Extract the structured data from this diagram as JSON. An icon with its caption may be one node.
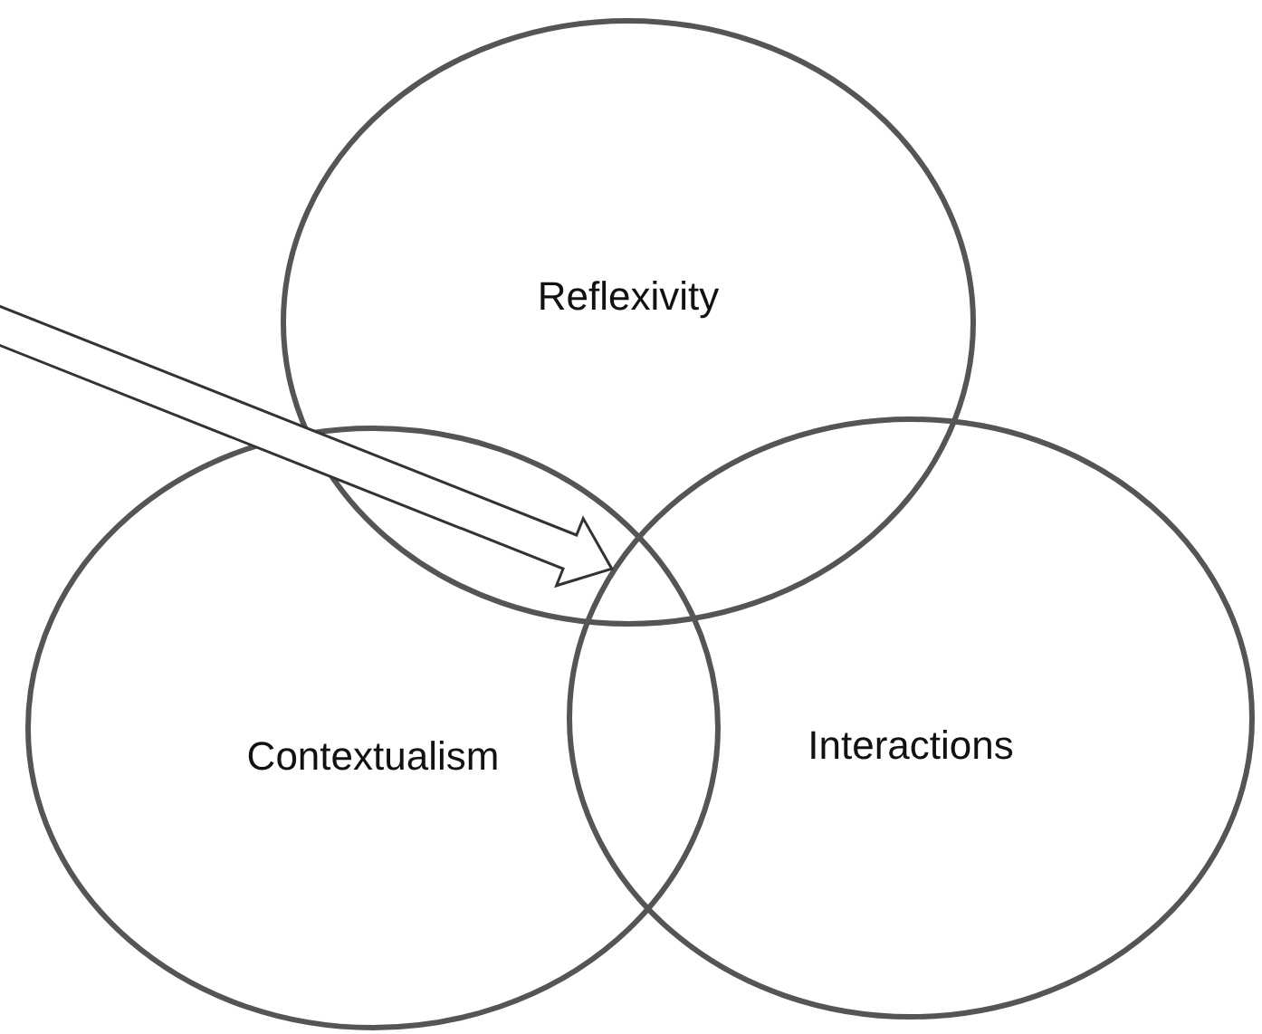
{
  "diagram": {
    "nodes": [
      {
        "text": [
          "Reflexivity"
        ]
      },
      {
        "text": [
          "Contextualism"
        ]
      },
      {
        "text": [
          "Interactions"
        ]
      }
    ],
    "edges": [
      {
        "from": null,
        "to": 2,
        "arrow": "to"
      }
    ]
  }
}
